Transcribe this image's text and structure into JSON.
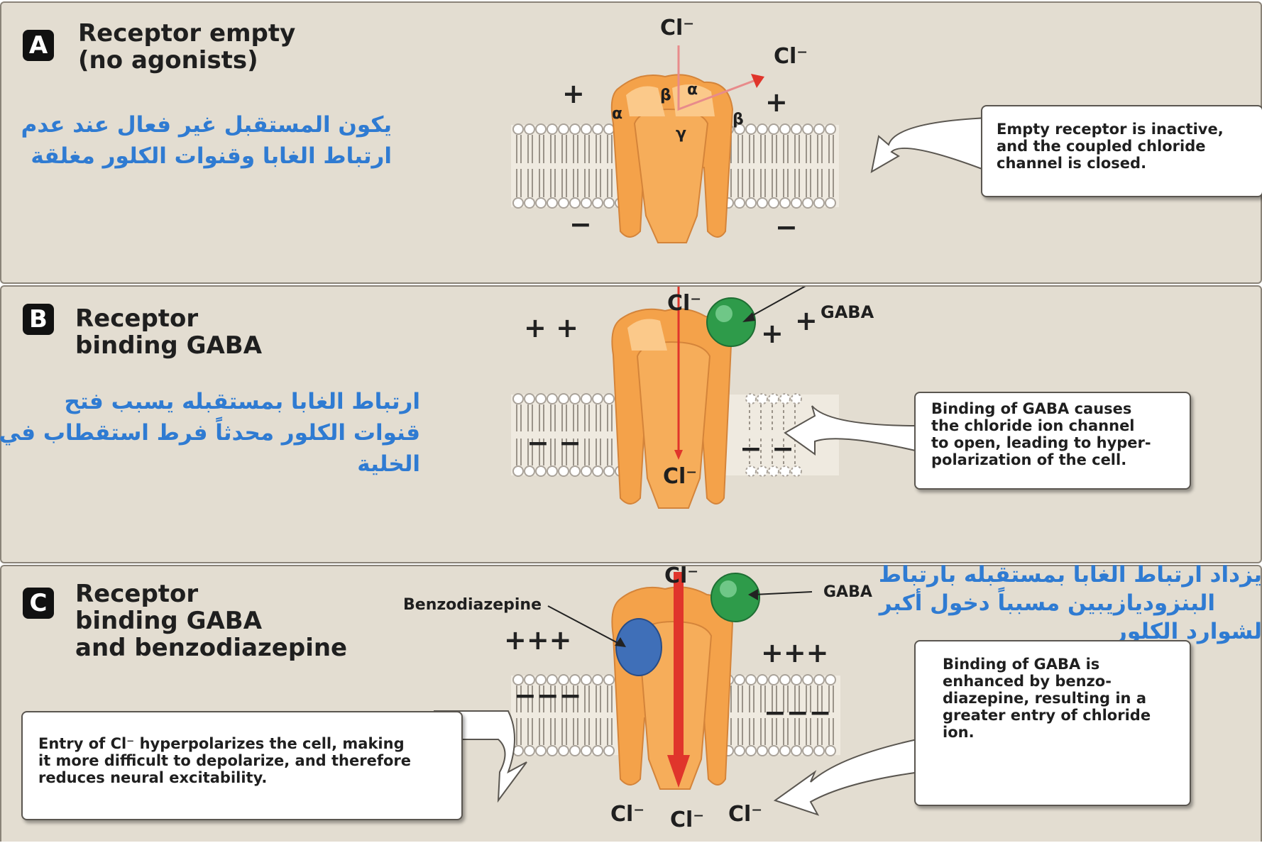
{
  "panels": {
    "a": {
      "letter": "A",
      "title_line1": "Receptor empty",
      "title_line2": "(no agonists)",
      "arabic_line1": "يكون المستقبل غير فعال عند عدم",
      "arabic_line2": "ارتباط الغابا وقنوات الكلور مغلقة",
      "note_lines": [
        "Empty receptor is inactive,",
        "and the coupled chloride",
        "channel is closed."
      ],
      "ion_top": "Cl⁻",
      "ion_right": "Cl⁻",
      "charge_left_top": "+",
      "charge_right_top": "+",
      "charge_left_bottom": "−",
      "charge_right_bottom": "−",
      "subunit_labels": [
        "α",
        "β",
        "α",
        "β",
        "γ"
      ]
    },
    "b": {
      "letter": "B",
      "title_line1": "Receptor",
      "title_line2": "binding GABA",
      "arabic_line1": "ارتباط الغابا بمستقبله يسبب فتح",
      "arabic_line2": "قنوات الكلور محدثاً فرط استقطاب في",
      "arabic_line3": "الخلية",
      "note_lines": [
        "Binding of GABA causes",
        "the chloride ion channel",
        "to open, leading to hyper-",
        "polarization of the cell."
      ],
      "gaba_label": "GABA",
      "ion_top": "Cl⁻",
      "ion_bottom": "Cl⁻",
      "charge_left_top": "+ +",
      "charge_right_top_a": "+",
      "charge_right_top_b": "+",
      "charge_left_bottom": "− −",
      "charge_right_bottom": "− −"
    },
    "c": {
      "letter": "C",
      "title_line1": "Receptor",
      "title_line2": "binding GABA",
      "title_line3": "and benzodiazepine",
      "arabic_line1": "يزداد ارتباط الغابا بمستقبله بارتباط",
      "arabic_line2": "البنزوديازيبين مسبباً دخول أكبر",
      "arabic_line3": "لشوارد الكلور",
      "note_left_lines": [
        "Entry of Cl⁻ hyperpolarizes the cell, making",
        "it more difficult to depolarize, and therefore",
        "reduces neural excitability."
      ],
      "note_right_lines": [
        "Binding of GABA is",
        "enhanced by benzo-",
        "diazepine, resulting in a",
        "greater entry of chloride",
        "ion."
      ],
      "benzo_label": "Benzodiazepine",
      "gaba_label": "GABA",
      "ion_top": "Cl⁻",
      "ion_bottom_left": "Cl⁻",
      "ion_bottom_mid": "Cl⁻",
      "ion_bottom_right": "Cl⁻",
      "charge_left_top": "+++",
      "charge_right_top": "+++",
      "charge_left_bottom": "−−−",
      "charge_right_bottom": "−−−"
    }
  },
  "colors": {
    "panel_bg": "#e3ddd1",
    "receptor": "#f4a24a",
    "receptor_light": "#fbc98a",
    "gaba": "#2e9b4a",
    "benzodiazepine": "#3f6fb8",
    "arrow_red": "#e0352b",
    "arabic_text": "#2f7bd2"
  }
}
